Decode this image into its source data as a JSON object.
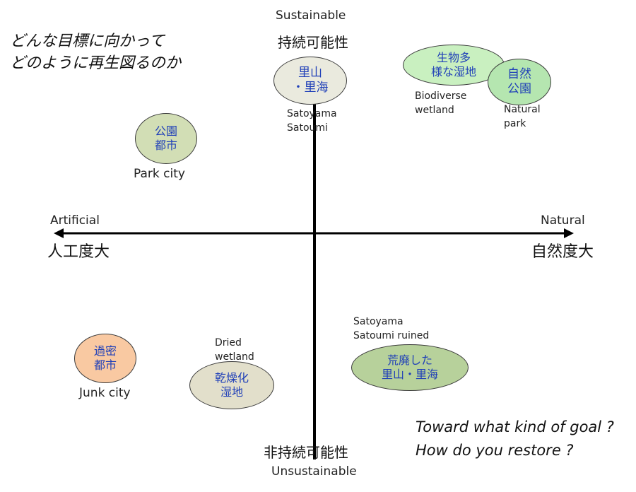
{
  "intro_jp": "どんな目標に向かって\nどのように再生図るのか",
  "intro_en": "Toward what kind of goal ?\nHow do you restore ?",
  "axes": {
    "top_en": "Sustainable",
    "top_jp": "持続可能性",
    "bottom_jp": "非持続可能性",
    "bottom_en": "Unsustainable",
    "left_en": "Artificial",
    "left_jp": "人工度大",
    "right_en": "Natural",
    "right_jp": "自然度大"
  },
  "nodes": {
    "satoyama": {
      "jp": "里山\n・里海",
      "en": "Satoyama\nSatoumi",
      "fill": "#eaeade"
    },
    "biodiverse": {
      "jp": "生物多\n様な湿地",
      "en": "Biodiverse\nwetland",
      "fill": "#c9f0c0"
    },
    "natural_park": {
      "jp": "自然\n公園",
      "en": "Natural\npark",
      "fill": "#b5e6b0"
    },
    "park_city": {
      "jp": "公園\n都市",
      "en": "Park city",
      "fill": "#d2deb5"
    },
    "junk_city": {
      "jp": "過密\n都市",
      "en": "Junk city",
      "fill": "#f9c9a2"
    },
    "dried_wetland": {
      "jp": "乾燥化\n湿地",
      "en": "Dried\nwetland",
      "fill": "#e2dfcb"
    },
    "ruined": {
      "jp": "荒廃した\n里山・里海",
      "en": "Satoyama\nSatoumi  ruined",
      "fill": "#b7d19b"
    }
  },
  "colors": {
    "node_text": "#1f3fb8",
    "axis": "#000000"
  }
}
